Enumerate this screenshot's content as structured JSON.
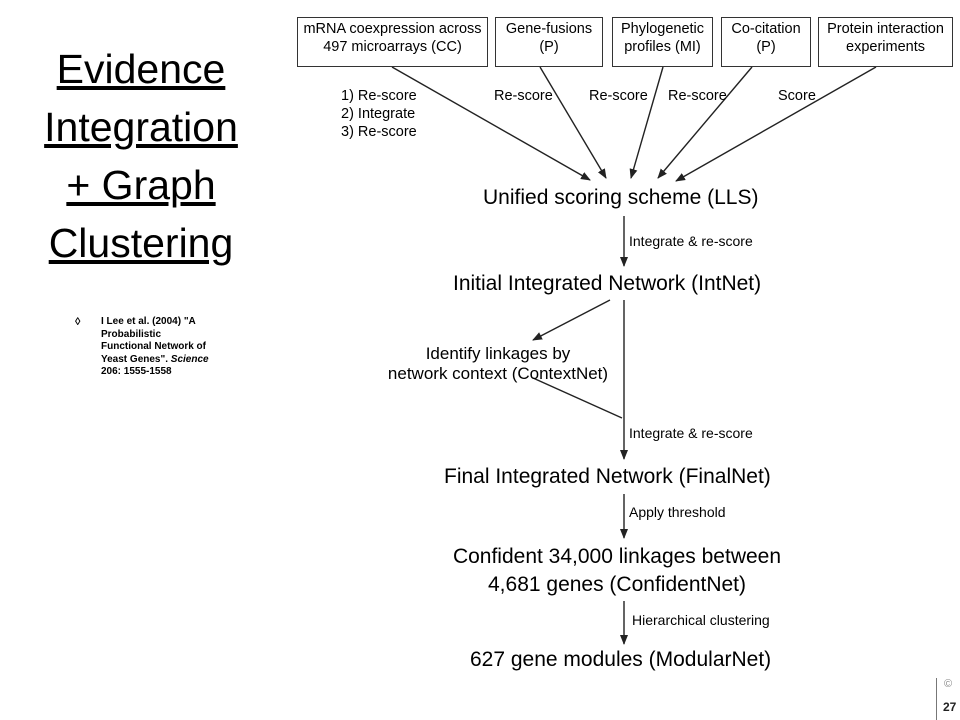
{
  "slide": {
    "title_lines": [
      "Evidence",
      "Integration",
      "+ Graph",
      "Clustering"
    ],
    "reference": {
      "lines": [
        "I Lee et al. (2004) \"A",
        "Probabilistic",
        "Functional Network of",
        "Yeast Genes\". "
      ],
      "journal": "Science",
      "last_line": "206: 1555-1558"
    },
    "page_number": "27",
    "logo_glyph": "©"
  },
  "diagram": {
    "sources": [
      {
        "lines": [
          "mRNA coexpression across",
          "497 microarrays (CC)"
        ]
      },
      {
        "lines": [
          "Gene-fusions",
          "(P)"
        ]
      },
      {
        "lines": [
          "Phylogenetic",
          "profiles (MI)"
        ]
      },
      {
        "lines": [
          "Co-citation",
          "(P)"
        ]
      },
      {
        "lines": [
          "Protein interaction",
          "experiments"
        ]
      }
    ],
    "source_labels": {
      "cc_steps": [
        "1) Re-score",
        "2) Integrate",
        "3) Re-score"
      ],
      "fusion": "Re-score",
      "phylo": "Re-score",
      "cocit": "Re-score",
      "protein": "Score"
    },
    "lls": "Unified scoring scheme (LLS)",
    "edge1": "Integrate & re-score",
    "intnet": "Initial Integrated Network (IntNet)",
    "contextnet": [
      "Identify linkages by",
      "network context (ContextNet)"
    ],
    "edge2": "Integrate & re-score",
    "finalnet": "Final Integrated Network (FinalNet)",
    "edge3": "Apply threshold",
    "confident": [
      "Confident 34,000 linkages between",
      "4,681 genes (ConfidentNet)"
    ],
    "edge4": "Hierarchical clustering",
    "modular": "627 gene modules (ModularNet)"
  }
}
